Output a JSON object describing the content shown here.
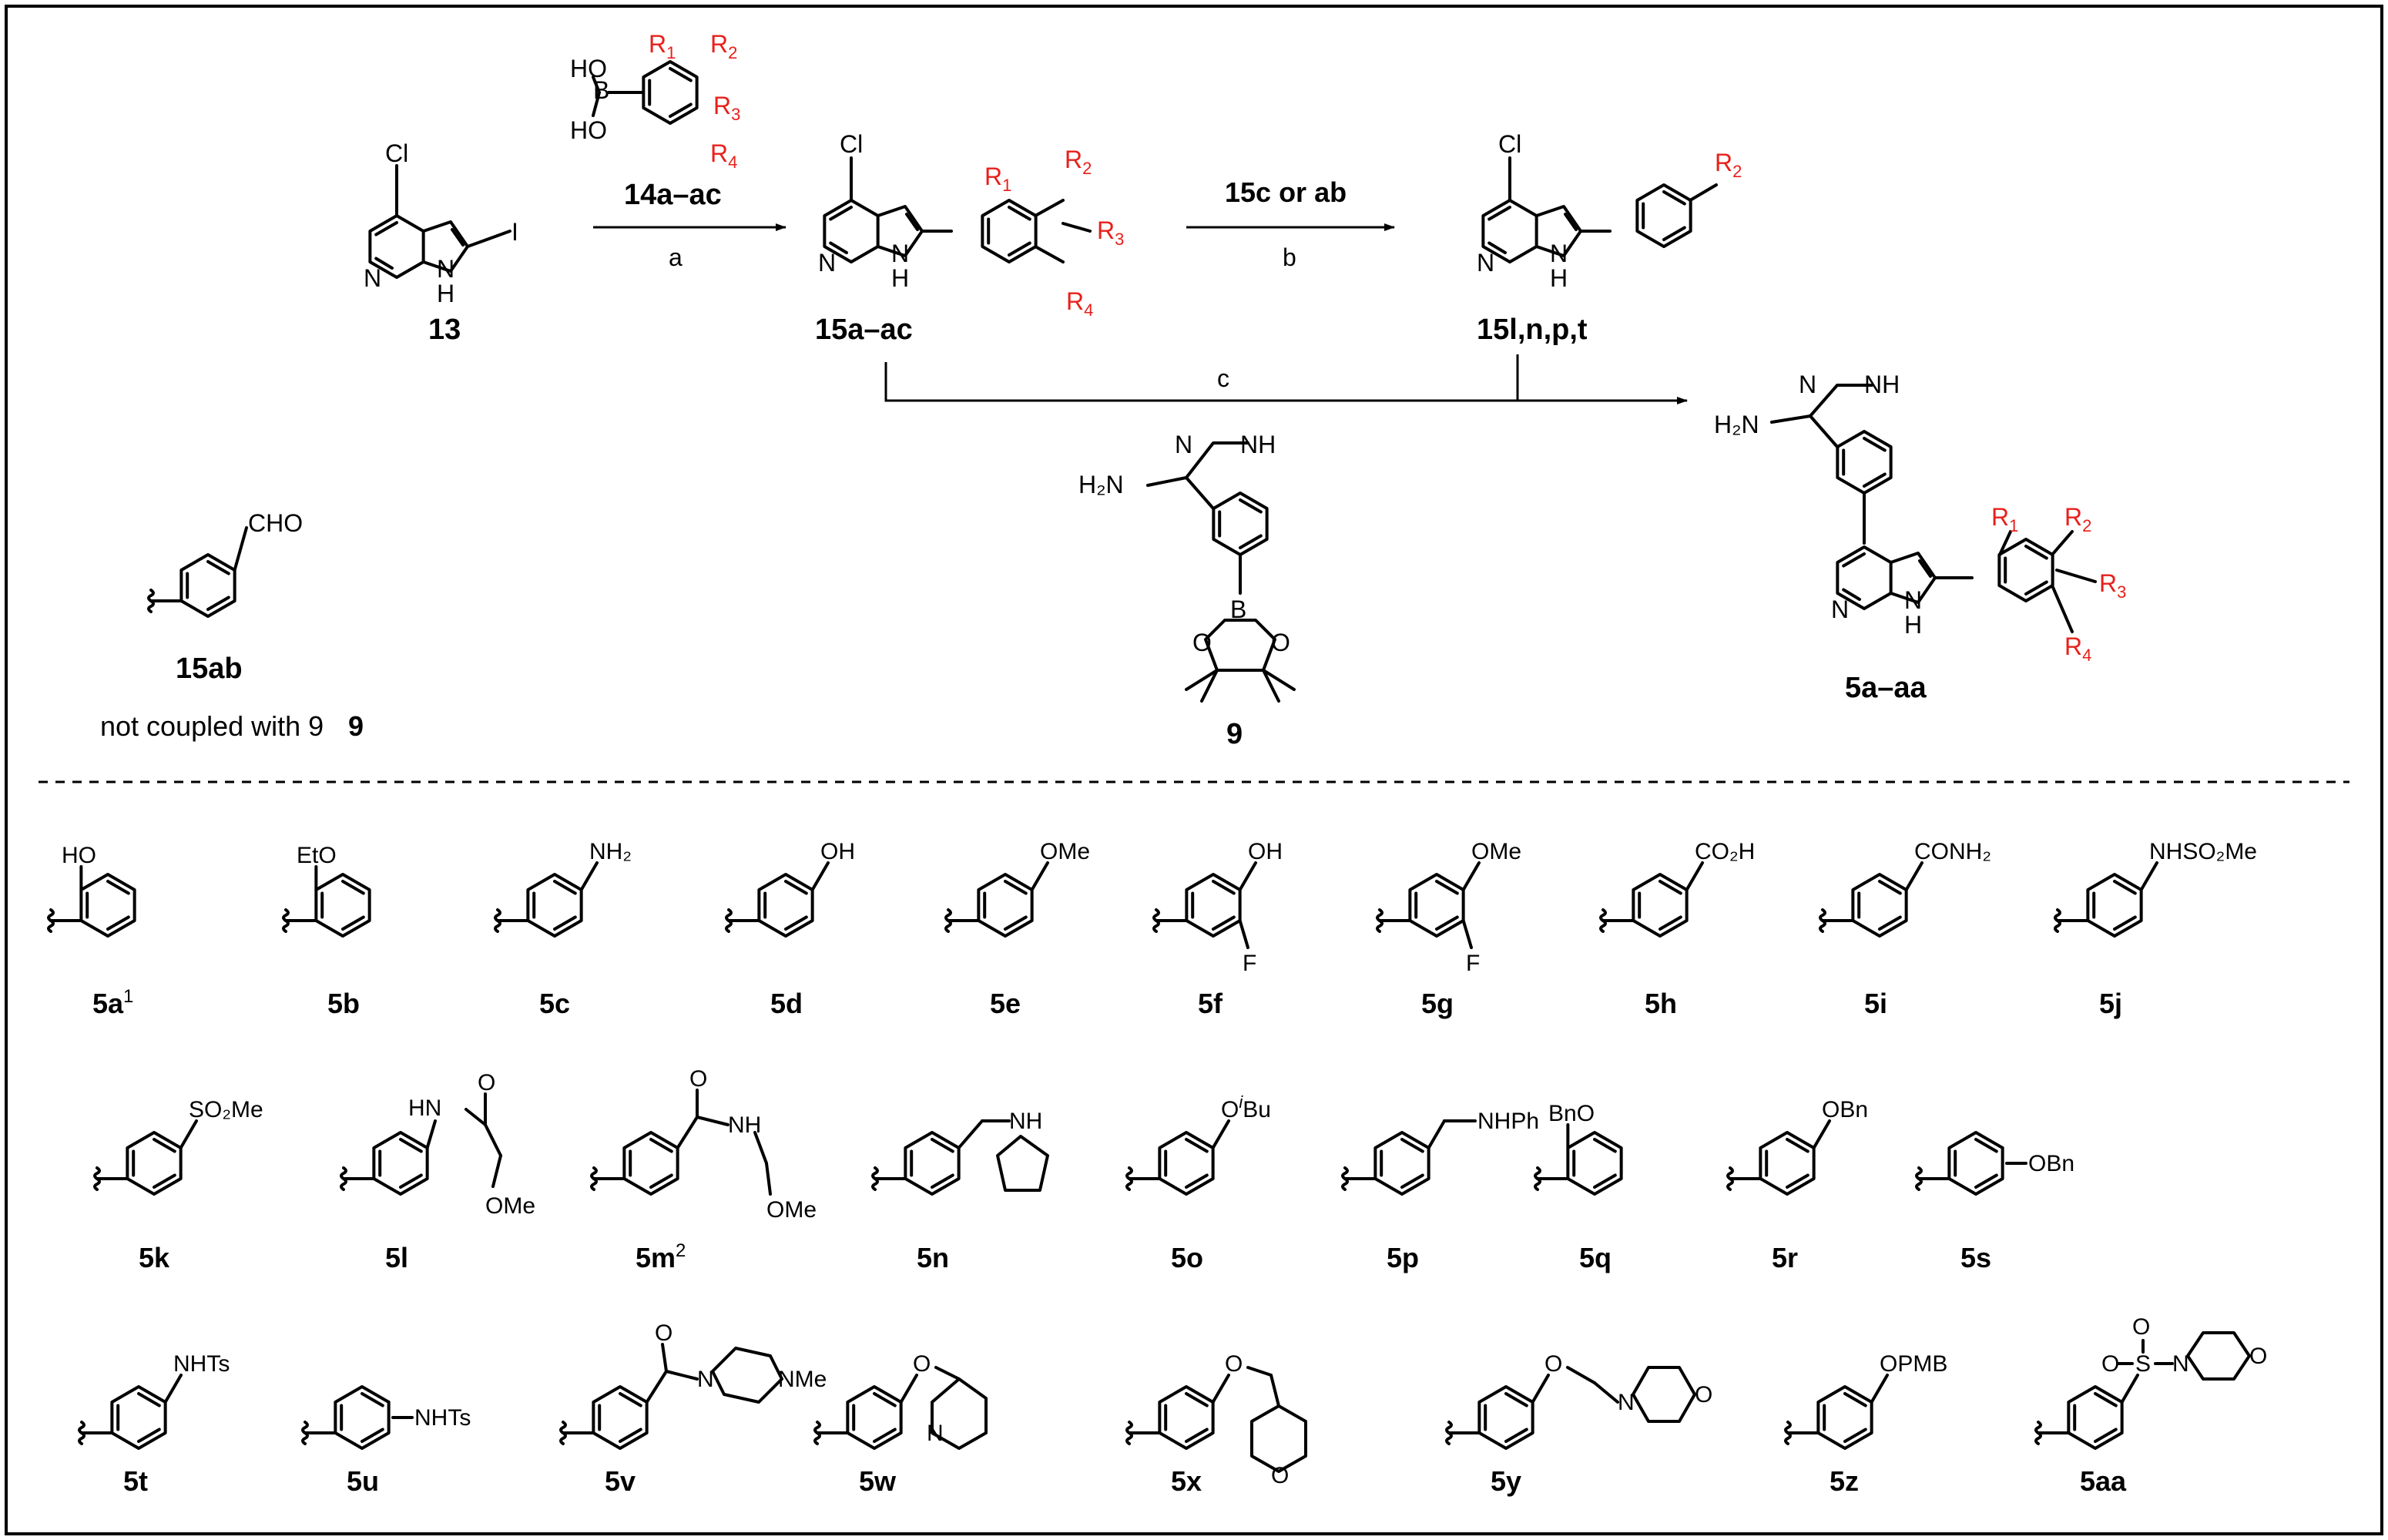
{
  "colors": {
    "substituent": "#e8201b",
    "ink": "#000000"
  },
  "top": {
    "start": {
      "label": "13",
      "cl": "Cl",
      "i": "I",
      "n": "N",
      "nh": "H"
    },
    "boronic": {
      "label": "14a–ac",
      "ho1": "HO",
      "ho2": "HO",
      "b": "B",
      "r1": "R",
      "r2": "R",
      "r3": "R",
      "r4": "R",
      "s1": "1",
      "s2": "2",
      "s3": "3",
      "s4": "4"
    },
    "inter1": {
      "label": "15a–ac",
      "cl": "Cl",
      "n": "N",
      "nh": "H",
      "r1": "R",
      "r2": "R",
      "r3": "R",
      "r4": "R",
      "s1": "1",
      "s2": "2",
      "s3": "3",
      "s4": "4"
    },
    "inter2": {
      "label": "15l,n,p,t",
      "cl": "Cl",
      "n": "N",
      "nh": "H",
      "r2": "R",
      "s2": "2"
    },
    "final": {
      "label": "5a–aa",
      "n": "N",
      "nh": "H",
      "nh2": "NH",
      "h2n": "H₂N",
      "r1": "R",
      "r2": "R",
      "r3": "R",
      "r4": "R",
      "s1": "1",
      "s2": "2",
      "s3": "3",
      "s4": "4"
    },
    "reagent9": {
      "label": "9",
      "h2n": "H₂N",
      "nh": "NH",
      "b": "B",
      "o": "O"
    },
    "arrows": {
      "a": "a",
      "b_top": "15c or ab",
      "b": "b",
      "c": "c"
    },
    "side": {
      "label": "15ab",
      "cho": "CHO",
      "note": "not coupled with 9"
    }
  },
  "compounds": [
    {
      "id": "5a",
      "sup": "1",
      "sub": "HO"
    },
    {
      "id": "5b",
      "sub": "EtO"
    },
    {
      "id": "5c",
      "sub": "NH₂"
    },
    {
      "id": "5d",
      "sub": "OH"
    },
    {
      "id": "5e",
      "sub": "OMe"
    },
    {
      "id": "5f",
      "sub": "OH",
      "sub2": "F"
    },
    {
      "id": "5g",
      "sub": "OMe",
      "sub2": "F"
    },
    {
      "id": "5h",
      "sub": "CO₂H"
    },
    {
      "id": "5i",
      "sub": "CONH₂"
    },
    {
      "id": "5j",
      "sub": "NHSO₂Me"
    },
    {
      "id": "5k",
      "sub": "SO₂Me"
    },
    {
      "id": "5l",
      "sub": "HN",
      "o": "O",
      "ome": "OMe"
    },
    {
      "id": "5m",
      "sup": "2",
      "o": "O",
      "nh": "NH",
      "ome": "OMe"
    },
    {
      "id": "5n",
      "sub": "NH"
    },
    {
      "id": "5o",
      "sub": "O",
      "sup_i": "i",
      "bu": "Bu"
    },
    {
      "id": "5p",
      "sub": "NHPh"
    },
    {
      "id": "5q",
      "sub": "BnO"
    },
    {
      "id": "5r",
      "sub": "OBn"
    },
    {
      "id": "5s",
      "sub": "OBn"
    },
    {
      "id": "5t",
      "sub": "NHTs"
    },
    {
      "id": "5u",
      "sub": "NHTs"
    },
    {
      "id": "5v",
      "o": "O",
      "n": "N",
      "nme": "NMe"
    },
    {
      "id": "5w",
      "o": "O",
      "n": "N"
    },
    {
      "id": "5x",
      "o": "O",
      "o2": "O"
    },
    {
      "id": "5y",
      "o": "O",
      "n": "N",
      "o2": "O"
    },
    {
      "id": "5z",
      "sub": "OPMB"
    },
    {
      "id": "5aa",
      "o1": "O",
      "s": "S",
      "o2": "O",
      "n": "N",
      "o3": "O"
    }
  ]
}
